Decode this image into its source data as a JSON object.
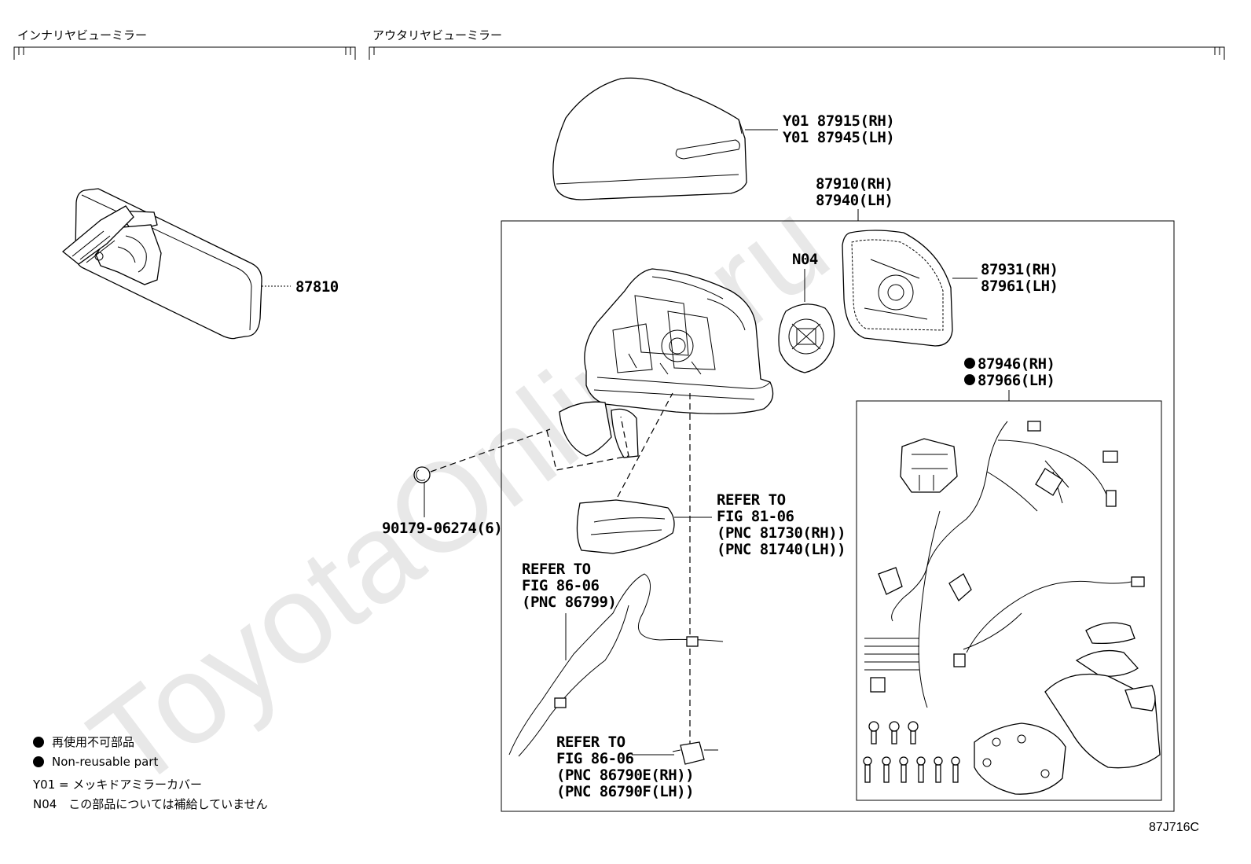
{
  "headers": {
    "inner": "インナリヤビューミラー",
    "outer": "アウタリヤビューミラー"
  },
  "watermark": "ToyotaOnline.ru",
  "labels": {
    "inner_mirror": "87810",
    "cover_rh": "Y01 87915(RH)",
    "cover_lh": "Y01 87945(LH)",
    "assy_rh": "87910(RH)",
    "assy_lh": "87940(LH)",
    "n04": "N04",
    "glass_rh": "87931(RH)",
    "glass_lh": "87961(LH)",
    "harness_rh": "87946(RH)",
    "harness_lh": "87966(LH)",
    "clip": "90179-06274(6)",
    "refer_81_1": "REFER TO",
    "refer_81_2": "FIG 81-06",
    "refer_81_3": "(PNC 81730(RH))",
    "refer_81_4": "(PNC 81740(LH))",
    "refer_86a_1": "REFER TO",
    "refer_86a_2": "FIG 86-06",
    "refer_86a_3": "(PNC 86799)",
    "refer_86b_1": "REFER TO",
    "refer_86b_2": "FIG 86-06",
    "refer_86b_3": "(PNC 86790E(RH))",
    "refer_86b_4": "(PNC 86790F(LH))"
  },
  "legend": {
    "line1": "再使用不可部品",
    "line2": "Non-reusable part",
    "line3": "Y01 = メッキドアミラーカバー",
    "line4": "N04　この部品については補給していません"
  },
  "diagram_code": "87J716C"
}
